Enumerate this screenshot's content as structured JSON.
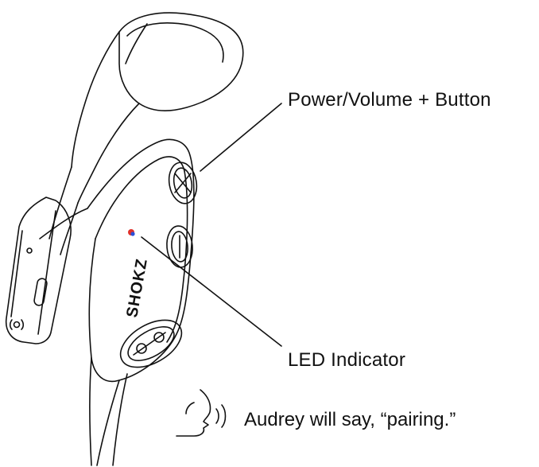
{
  "callouts": {
    "power_volume_button": "Power/Volume + Button",
    "led_indicator": "LED Indicator"
  },
  "voice_prompt": {
    "text": "Audrey will say, “pairing.”",
    "icon": "speaking-head-icon"
  },
  "device": {
    "brand_mark": "SHOKZ",
    "icons": [
      "plus-button-icon",
      "minus-button-icon",
      "led-dot-icon",
      "ear-hook-icon",
      "microphone-boom-icon"
    ]
  },
  "colors": {
    "line": "#111111",
    "led_red": "#e0302a",
    "led_blue": "#2a4fd8",
    "background": "#ffffff"
  }
}
